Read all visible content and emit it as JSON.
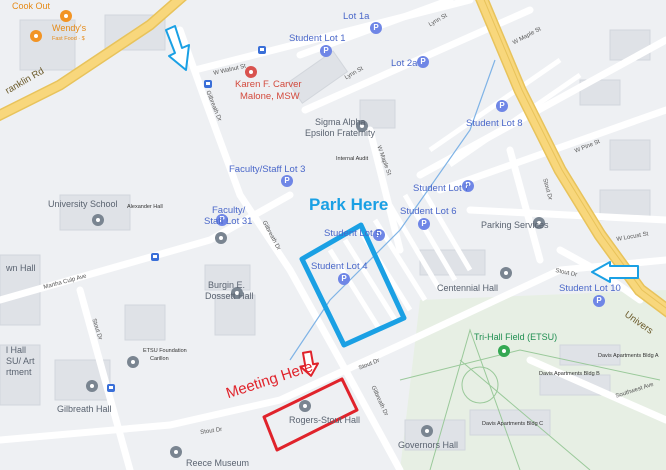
{
  "annotations": {
    "park_here": "Park Here",
    "meeting_here": "Meeting Here",
    "park_box_color": "#1aa0e4",
    "meeting_box_color": "#e0232b"
  },
  "places": {
    "cook_out": "Cook Out",
    "wendys": "Wendy's",
    "wendys_sub": "Fast Food · $",
    "karen_carver_1": "Karen F. Carver",
    "karen_carver_2": "Malone, MSW",
    "sigma_1": "Sigma Alpha",
    "sigma_2": "Epsilon Fraternity",
    "internal_audit": "Internal Audit",
    "university_school": "University School",
    "alexander_hall": "Alexander Hall",
    "burgin_1": "Burgin E.",
    "burgin_2": "Dossett Hall",
    "town_hall": "wn Hall",
    "etsu_carillon_1": "ETSU Foundation",
    "etsu_carillon_2": "Carillon",
    "hall_art_1": "l Hall",
    "hall_art_2": "SU/ Art",
    "hall_art_3": "rtment",
    "gilbreath_hall": "Gilbreath Hall",
    "rogers_stout": "Rogers-Stout Hall",
    "governors_hall": "Governors Hall",
    "centennial_hall": "Centennial Hall",
    "parking_services": "Parking Services",
    "trihall_field": "Tri-Hall Field (ETSU)",
    "davis_a": "Davis Apartments Bldg A",
    "davis_b": "Davis Apartments Bldg B",
    "davis_c": "Davis Apartments Bldg C",
    "reece_museum": "Reece Museum"
  },
  "lots": {
    "lot1a": "Lot 1a",
    "student_lot1": "Student Lot 1",
    "lot2a": "Lot 2a",
    "student_lot8": "Student Lot 8",
    "faculty_lot3": "Faculty/Staff Lot 3",
    "student_lot7": "Student Lot 7",
    "student_lot6": "Student Lot 6",
    "student_lot5": "Student Lot 5",
    "faculty_lot31_1": "Faculty/",
    "faculty_lot31_2": "Staff Lot 31",
    "student_lot4": "Student Lot 4",
    "student_lot10": "Student Lot 10"
  },
  "streets": {
    "franklin_rd": "ranklin Rd",
    "university": "Univers",
    "w_walnut": "W Walnut St",
    "lynn_st_1": "Lynn St",
    "lynn_st_2": "Lynn St",
    "w_maple_1": "W Maple St",
    "w_maple_2": "W Maple St",
    "w_pine": "W Pine St",
    "w_locust": "W Locust St",
    "stout_dr_1": "Stout Dr",
    "stout_dr_2": "Stout Dr",
    "stout_dr_3": "Stout Dr",
    "stout_dr_4": "Stout Dr",
    "stout_dr_5": "Stout Dr",
    "gilbreath_dr_1": "Gilbreath Dr",
    "gilbreath_dr_2": "Gilbreath Dr",
    "gilbreath_dr_3": "Gilbreath Dr",
    "martha_culp": "Martha Culp Ave",
    "southwest_ave": "Southwest Ave"
  }
}
